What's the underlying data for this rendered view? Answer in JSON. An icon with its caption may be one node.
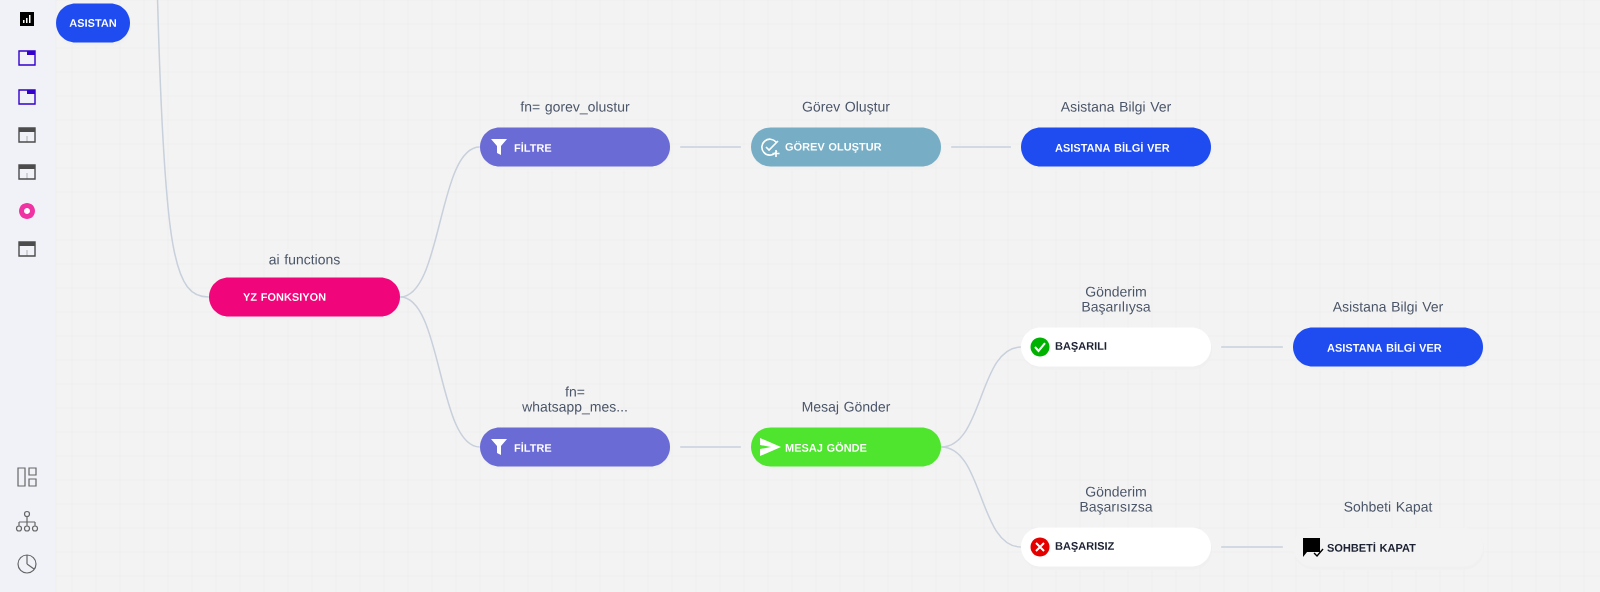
{
  "diagram": {
    "nodes": [
      {
        "text": [
          "ASISTAN"
        ]
      },
      {
        "text": [
          "ai functions",
          "YZ FONKSIYON"
        ]
      },
      {
        "text": [
          "fn= gorev_olustur",
          "FİLTRE"
        ]
      },
      {
        "text": [
          "Görev Oluştur",
          "GÖREV OLUŞTUR"
        ]
      },
      {
        "text": [
          "Asistana Bilgi Ver",
          "ASISTANA BİLGİ VER"
        ]
      },
      {
        "text": [
          "fn= whatsapp_mes...",
          "FİLTRE"
        ]
      },
      {
        "text": [
          "Mesaj Gönder",
          "MESAJ GÖNDE"
        ]
      },
      {
        "text": [
          "Gönderim Başarılıysa",
          "BAŞARILI"
        ]
      },
      {
        "text": [
          "Asistana Bilgi Ver",
          "ASISTANA BİLGİ VER"
        ]
      },
      {
        "text": [
          "Gönderim Başarısızsa",
          "BAŞARISIZ"
        ]
      },
      {
        "text": [
          "Sohbeti Kapat",
          "SOHBETİ KAPAT"
        ]
      }
    ],
    "edges": [
      {
        "from": null,
        "to": 1,
        "arrow": "none"
      },
      {
        "from": 1,
        "to": 2,
        "arrow": "none"
      },
      {
        "from": 1,
        "to": 5,
        "arrow": "none"
      },
      {
        "from": 2,
        "to": 3,
        "arrow": "none"
      },
      {
        "from": 3,
        "to": 4,
        "arrow": "none"
      },
      {
        "from": 5,
        "to": 6,
        "arrow": "none"
      },
      {
        "from": 6,
        "to": 7,
        "arrow": "none"
      },
      {
        "from": 6,
        "to": 9,
        "arrow": "none"
      },
      {
        "from": 7,
        "to": 8,
        "arrow": "none"
      },
      {
        "from": 9,
        "to": 10,
        "arrow": "none"
      }
    ]
  }
}
